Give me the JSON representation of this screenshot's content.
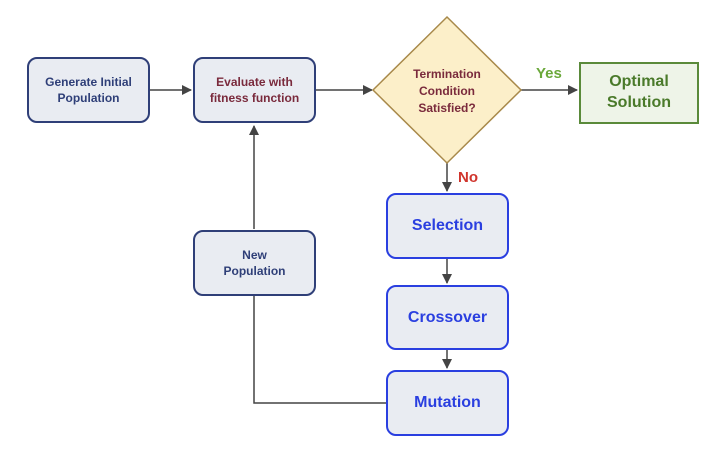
{
  "nodes": {
    "generate": "Generate Initial\nPopulation",
    "evaluate": "Evaluate with\nfitness function",
    "termination": "Termination\nCondition\nSatisfied?",
    "optimal": "Optimal\nSolution",
    "selection": "Selection",
    "crossover": "Crossover",
    "mutation": "Mutation",
    "new_population": "New\nPopulation"
  },
  "edge_labels": {
    "yes": "Yes",
    "no": "No"
  },
  "colors": {
    "navy": "#2f3f78",
    "maroon": "#7a2a3c",
    "blue": "#2a3fe0",
    "green": "#5a8a3a",
    "yes_label": "#6aa83a",
    "no_label": "#d0342c",
    "diamond_fill": "#fcefc9",
    "diamond_border": "#a8894a",
    "arrow": "#444444"
  }
}
